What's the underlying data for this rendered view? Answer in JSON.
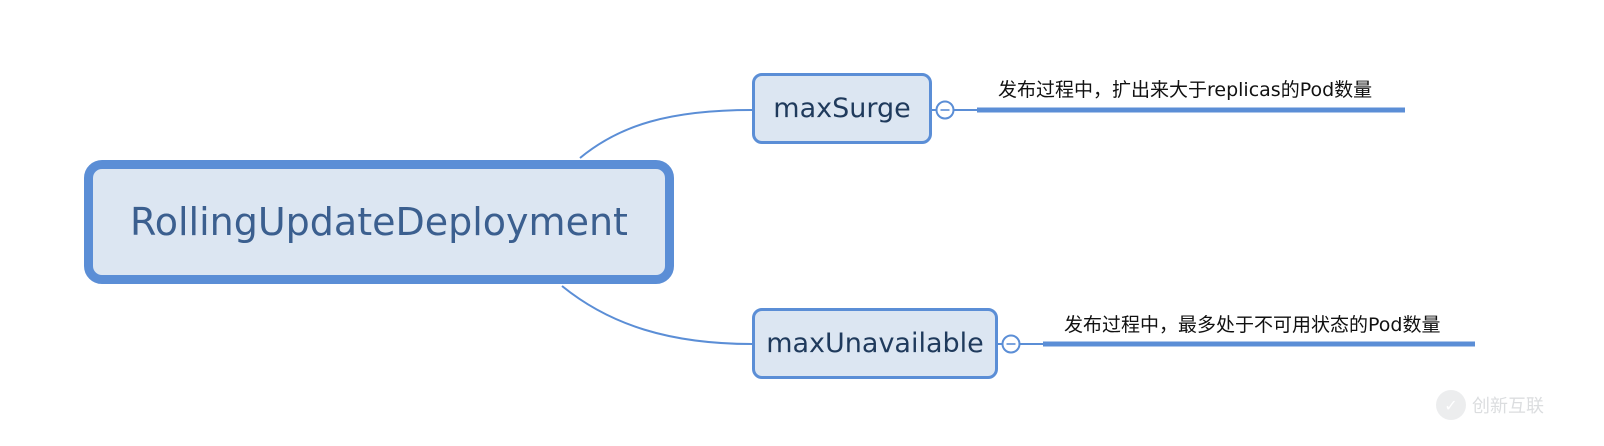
{
  "diagram": {
    "root": {
      "label": "RollingUpdateDeployment"
    },
    "children": [
      {
        "label": "maxSurge",
        "note": "发布过程中，扩出来大于replicas的Pod数量"
      },
      {
        "label": "maxUnavailable",
        "note": "发布过程中，最多处于不可用状态的Pod数量"
      }
    ],
    "collapse_icon": "minus-circle-icon"
  },
  "watermark": {
    "text": "创新互联",
    "logo_glyph": "✓"
  },
  "colors": {
    "node_fill": "#dce6f2",
    "node_border": "#5b8ed6",
    "connector": "#5b8ed6"
  }
}
